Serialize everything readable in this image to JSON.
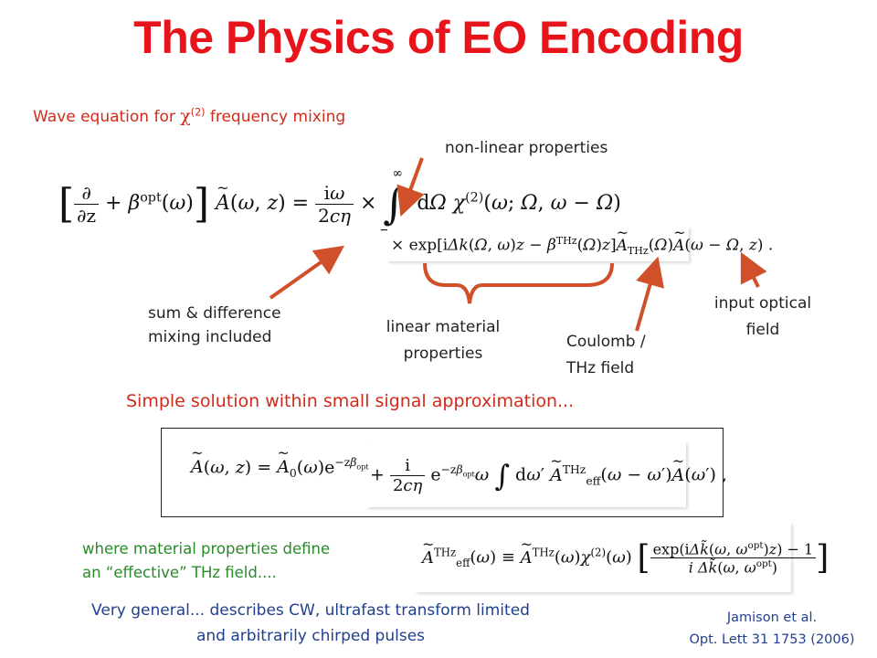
{
  "title": "The Physics of EO Encoding",
  "wave_label_pre": "Wave equation for ",
  "chi_symbol": "χ",
  "chi_sup": "(2)",
  "wave_label_post": " frequency mixing",
  "annotations": {
    "nonlinear": "non-linear properties",
    "sum_diff_1": "sum & difference",
    "sum_diff_2": "mixing included",
    "linear_1": "linear material",
    "linear_2": "properties",
    "coulomb_1": "Coulomb /",
    "coulomb_2": "THz  field",
    "input_1": "input optical",
    "input_2": "field"
  },
  "simple_solution": "Simple solution within small signal approximation...",
  "where_1": "where material properties define",
  "where_2": "an “effective” THz field....",
  "very_general_1": "Very general... describes CW, ultrafast transform limited",
  "very_general_2": "and arbitrarily chirped pulses",
  "citation_1": "Jamison et al.",
  "citation_2": "Opt. Lett 31 1753 (2006)",
  "colors": {
    "title": "#e8141c",
    "annotation": "#d12a1a",
    "arrow": "#d0502a",
    "green": "#2a8a2a",
    "blue": "#1f3f8f"
  }
}
